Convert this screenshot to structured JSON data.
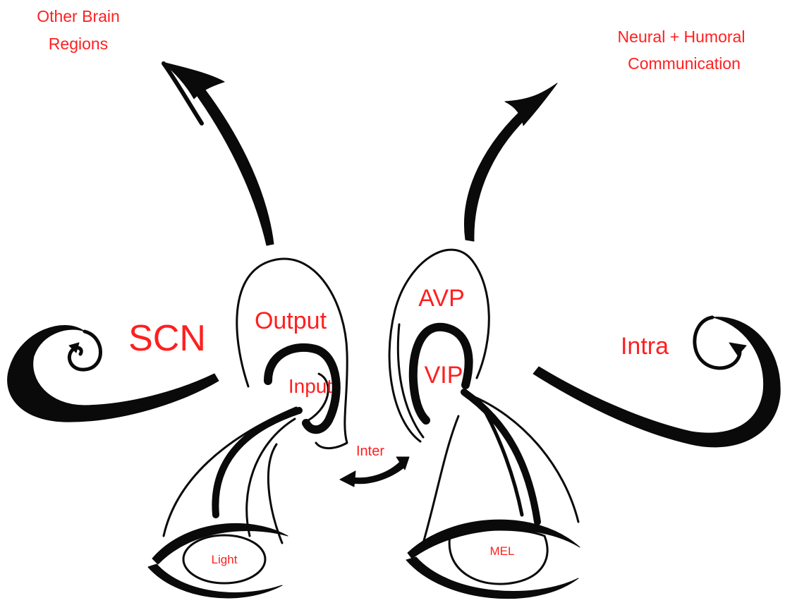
{
  "labels": {
    "other_brain_regions": [
      "Other Brain",
      "Regions"
    ],
    "neural_humoral": [
      "Neural + Humoral",
      "Communication"
    ],
    "scn": "SCN",
    "output": "Output",
    "input": "Input",
    "avp": "AVP",
    "vip": "VIP",
    "intra": "Intra",
    "inter": "Inter",
    "light": "Light",
    "mel": "MEL"
  },
  "colors": {
    "label": "#ff1f1f",
    "ink": "#0a0a0a",
    "background": "#ffffff"
  }
}
